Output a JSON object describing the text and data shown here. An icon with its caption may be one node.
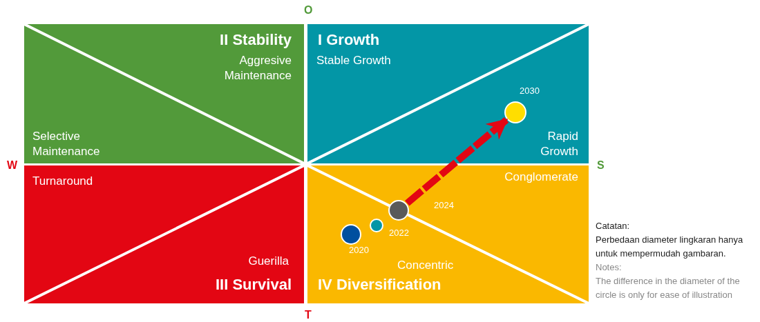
{
  "diagram": {
    "nodes": [
      {
        "text": [
          "II Stability",
          "Aggresive Maintenance",
          "Selective Maintenance"
        ]
      },
      {
        "text": [
          "I Growth",
          "Stable Growth",
          "Rapid Growth"
        ]
      },
      {
        "text": [
          "Turnaround",
          "Guerilla",
          "III Survival"
        ]
      },
      {
        "text": [
          "Conglomerate",
          "Concentric",
          "IV Diversification"
        ]
      },
      {
        "text": [],
        "shape": "circle",
        "in": 1,
        "beside": [
          "2030"
        ]
      },
      {
        "text": [],
        "shape": "circle",
        "in": 3,
        "beside": [
          "2020"
        ]
      },
      {
        "text": [],
        "shape": "circle",
        "in": 3
      },
      {
        "text": [],
        "shape": "circle",
        "in": 3,
        "beside": [
          "2022"
        ]
      }
    ],
    "edges": [
      {
        "from": 7,
        "to": 4,
        "arrow": "to",
        "label": "2024"
      }
    ],
    "labels": [
      "O",
      "W",
      "S",
      "T",
      "Catatan:",
      "Perbedaan diameter lingkaran hanya untuk mempermudah gambaran.",
      "Notes:",
      "The difference in the diameter of the circle is only for ease of illustration"
    ]
  }
}
